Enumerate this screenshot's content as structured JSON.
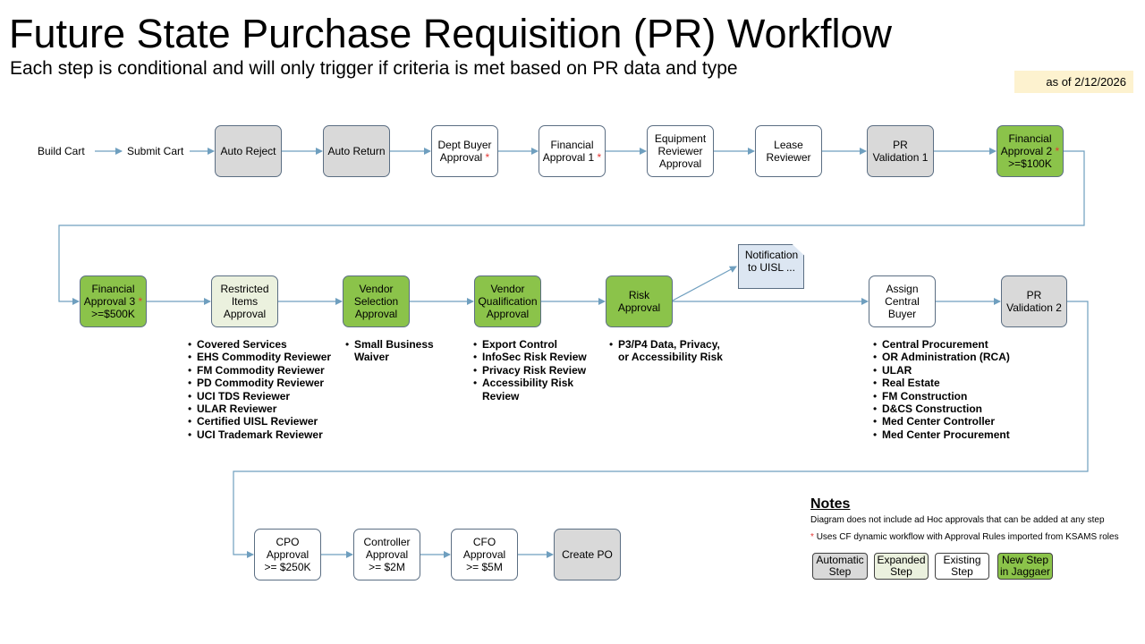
{
  "header": {
    "title": "Future State Purchase Requisition (PR) Workflow",
    "subtitle": "Each step is conditional and will only trigger if criteria is met based on PR data and type",
    "as_of": "as of 2/12/2026"
  },
  "colors": {
    "automatic": "#d9d9d9",
    "expanded": "#ebf1de",
    "existing": "#ffffff",
    "new_step": "#8bc34a",
    "connector": "#6f9fbf",
    "required_star": "#e53935",
    "as_of_bg": "#fdf2cf",
    "notification_bg": "#dce6f2"
  },
  "row1": {
    "build_cart": "Build Cart",
    "submit_cart": "Submit Cart",
    "auto_reject": "Auto Reject",
    "auto_return": "Auto Return",
    "dept_buyer": [
      "Dept Buyer",
      "Approval"
    ],
    "financial_1": [
      "Financial",
      "Approval 1"
    ],
    "equipment": [
      "Equipment",
      "Reviewer",
      "Approval"
    ],
    "lease": [
      "Lease",
      "Reviewer"
    ],
    "pr_validation_1": [
      "PR",
      "Validation 1"
    ],
    "financial_2": [
      "Financial",
      "Approval 2",
      ">=$100K"
    ]
  },
  "row2": {
    "financial_3": [
      "Financial",
      "Approval 3",
      ">=$500K"
    ],
    "restricted": [
      "Restricted",
      "Items",
      "Approval"
    ],
    "vendor_selection": [
      "Vendor",
      "Selection",
      "Approval"
    ],
    "vendor_qualification": [
      "Vendor",
      "Qualification",
      "Approval"
    ],
    "risk": [
      "Risk",
      "Approval"
    ],
    "notification": [
      "Notification",
      "to UISL ..."
    ],
    "assign_central": [
      "Assign",
      "Central",
      "Buyer"
    ],
    "pr_validation_2": [
      "PR",
      "Validation 2"
    ]
  },
  "row3": {
    "cpo": [
      "CPO",
      "Approval",
      ">= $250K"
    ],
    "controller": [
      "Controller",
      "Approval",
      ">= $2M"
    ],
    "cfo": [
      "CFO",
      "Approval",
      ">= $5M"
    ],
    "create_po": "Create PO"
  },
  "lists": {
    "restricted": [
      "Covered Services",
      "EHS Commodity Reviewer",
      "FM Commodity Reviewer",
      "PD Commodity Reviewer",
      "UCI TDS Reviewer",
      "ULAR Reviewer",
      "Certified UISL Reviewer",
      "UCI Trademark Reviewer"
    ],
    "vendor_selection": [
      "Small Business Waiver"
    ],
    "vendor_qualification": [
      "Export Control",
      "InfoSec Risk Review",
      "Privacy Risk Review",
      "Accessibility Risk Review"
    ],
    "risk": [
      "P3/P4 Data, Privacy, or Accessibility Risk"
    ],
    "assign_central": [
      "Central Procurement",
      "OR Administration (RCA)",
      "ULAR",
      "Real Estate",
      "FM Construction",
      "D&CS Construction",
      "Med Center Controller",
      "Med Center Procurement"
    ]
  },
  "notes": {
    "heading": "Notes",
    "line1": "Diagram does not include ad Hoc approvals that can be added at any step",
    "line2_star": "*",
    "line2": "Uses CF dynamic workflow with Approval Rules imported from KSAMS roles"
  },
  "legend": {
    "automatic": [
      "Automatic",
      "Step"
    ],
    "expanded": [
      "Expanded",
      "Step"
    ],
    "existing": [
      "Existing",
      "Step"
    ],
    "new_step": [
      "New Step",
      "in Jaggaer"
    ]
  }
}
